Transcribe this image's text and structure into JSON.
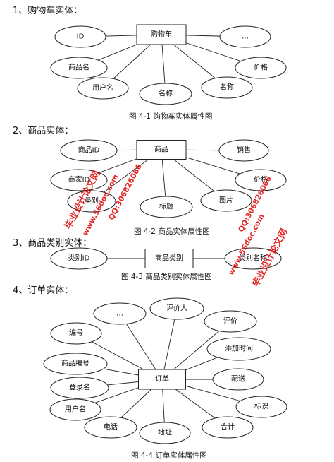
{
  "sections": [
    {
      "heading": "1、购物车实体：",
      "caption": "图 4-1 购物车实体属性图",
      "entity": "购物车",
      "attributes": [
        "ID",
        "…",
        "商品名",
        "价格",
        "用户名",
        "名称",
        "名称"
      ]
    },
    {
      "heading": "2、商品实体：",
      "caption": "图 4-2 商品实体属性图",
      "entity": "商品",
      "attributes": [
        "商品ID",
        "销售",
        "商家ID",
        "价格",
        "类别",
        "标题",
        "图片"
      ]
    },
    {
      "heading": "3、商品类别实体：",
      "caption": "图 4-3 商品类别实体属性图",
      "entity": "商品类别",
      "attributes": [
        "类别ID",
        "类别名称"
      ]
    },
    {
      "heading": "4、订单实体：",
      "caption": "图 4-4 订单实体属性图",
      "entity": "订单",
      "attributes": [
        "…",
        "评价人",
        "编号",
        "评价",
        "添加时间",
        "商品编号",
        "配送",
        "登录名",
        "标识",
        "用户名",
        "电话",
        "地址",
        "合计"
      ]
    }
  ],
  "watermark": {
    "text1": "毕业设计论文网",
    "text2": "www.56doc.com",
    "text3": "QQ:306826066",
    "color": "#e01010"
  }
}
